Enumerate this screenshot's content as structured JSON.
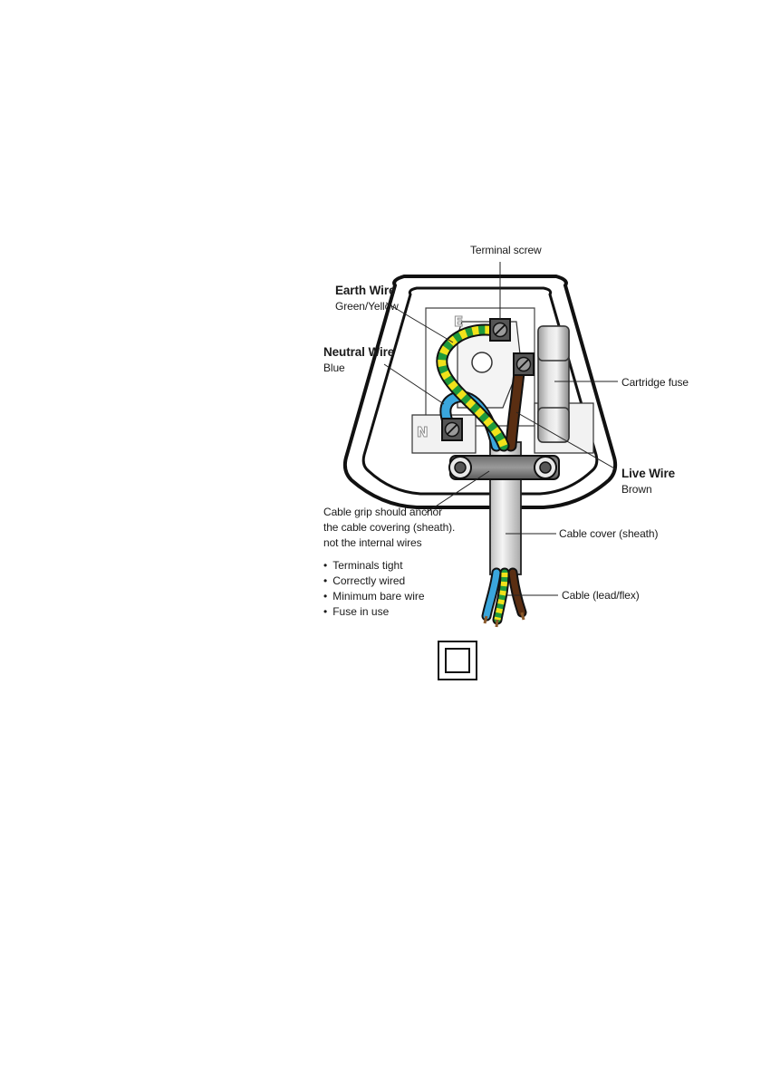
{
  "labels": {
    "terminal_screw": "Terminal screw",
    "earth_title": "Earth Wire",
    "earth_sub": "Green/Yellow",
    "neutral_title": "Neutral Wire",
    "neutral_sub": "Blue",
    "cartridge_fuse": "Cartridge fuse",
    "live_title": "Live Wire",
    "live_sub": "Brown",
    "cable_grip_1": "Cable grip should anchor",
    "cable_grip_2": "the cable covering (sheath).",
    "cable_grip_3": "not the internal wires",
    "cable_cover": "Cable cover (sheath)",
    "cable": "Cable (lead/flex)"
  },
  "checklist": [
    "Terminals tight",
    "Correctly wired",
    "Minimum bare wire",
    "Fuse in use"
  ],
  "terminal_letters": {
    "earth": "E",
    "neutral": "N"
  },
  "colors": {
    "earth_green": "#1f9a3c",
    "earth_yellow": "#f2e21a",
    "neutral_blue": "#3aa6dc",
    "live_brown": "#5a2e12",
    "outline": "#111111"
  }
}
